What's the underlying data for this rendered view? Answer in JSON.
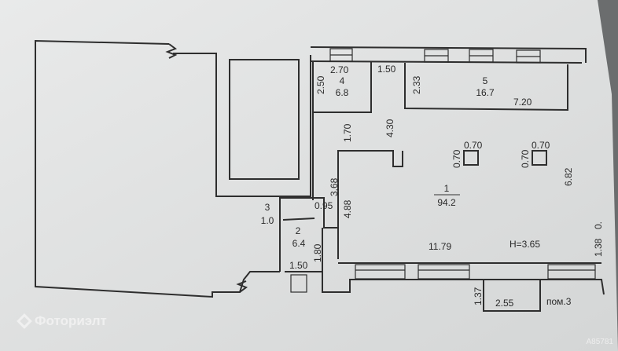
{
  "plan": {
    "rooms": [
      {
        "number": "1",
        "area": "94.2"
      },
      {
        "number": "2",
        "area": "6.4"
      },
      {
        "number": "3",
        "area": "1.0"
      },
      {
        "number": "4",
        "area": "6.8"
      },
      {
        "number": "5",
        "area": "16.7"
      }
    ],
    "dimensions": {
      "r4_width": "2.70",
      "r4_depth": "2.50",
      "corridor_width": "1.50",
      "r5_depth": "2.33",
      "r5_length": "7.20",
      "corridor_len": "4.30",
      "passage": "1.70",
      "col1_w": "0.70",
      "col1_h": "0.70",
      "col2_w": "0.70",
      "col2_h": "0.70",
      "r1_depth": "6.82",
      "wall_a": "3.68",
      "wall_b": "4.88",
      "door": "0.95",
      "r1_length": "11.79",
      "height": "H=3.65",
      "right_a": "1.38",
      "right_b": "0.",
      "r2_width": "1.50",
      "r2_depth": "1.80",
      "porch_depth": "1.37",
      "porch_width": "2.55"
    },
    "porch_label": "пом.3"
  },
  "watermark": {
    "brand": "Фоториэлт",
    "id": "A85781"
  }
}
